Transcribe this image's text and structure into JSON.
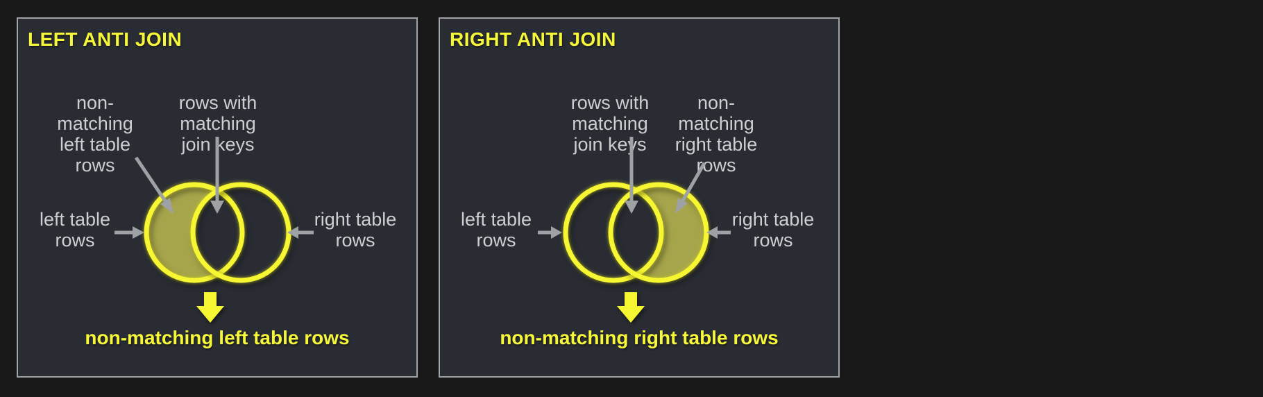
{
  "colors": {
    "page_bg": "#191919",
    "panel_bg": "#292c33",
    "panel_border": "#a2a3a5",
    "accent_yellow": "#f6f632",
    "highlight_olive": "#a6a54b",
    "label_gray": "#cfcfd2",
    "arrow_gray": "#9fa2a5"
  },
  "panels": [
    {
      "title": "LEFT ANTI JOIN",
      "labels": {
        "non_matching": "non-\nmatching\nleft table\nrows",
        "matching": "rows with\nmatching\njoin keys",
        "left_table": "left table\nrows",
        "right_table": "right table\nrows"
      },
      "caption": "non-matching left table rows",
      "highlighted_region": "left"
    },
    {
      "title": "RIGHT ANTI JOIN",
      "labels": {
        "non_matching": "non-\nmatching\nright table\nrows",
        "matching": "rows with\nmatching\njoin keys",
        "left_table": "left table\nrows",
        "right_table": "right table\nrows"
      },
      "caption": "non-matching right table rows",
      "highlighted_region": "right"
    }
  ]
}
